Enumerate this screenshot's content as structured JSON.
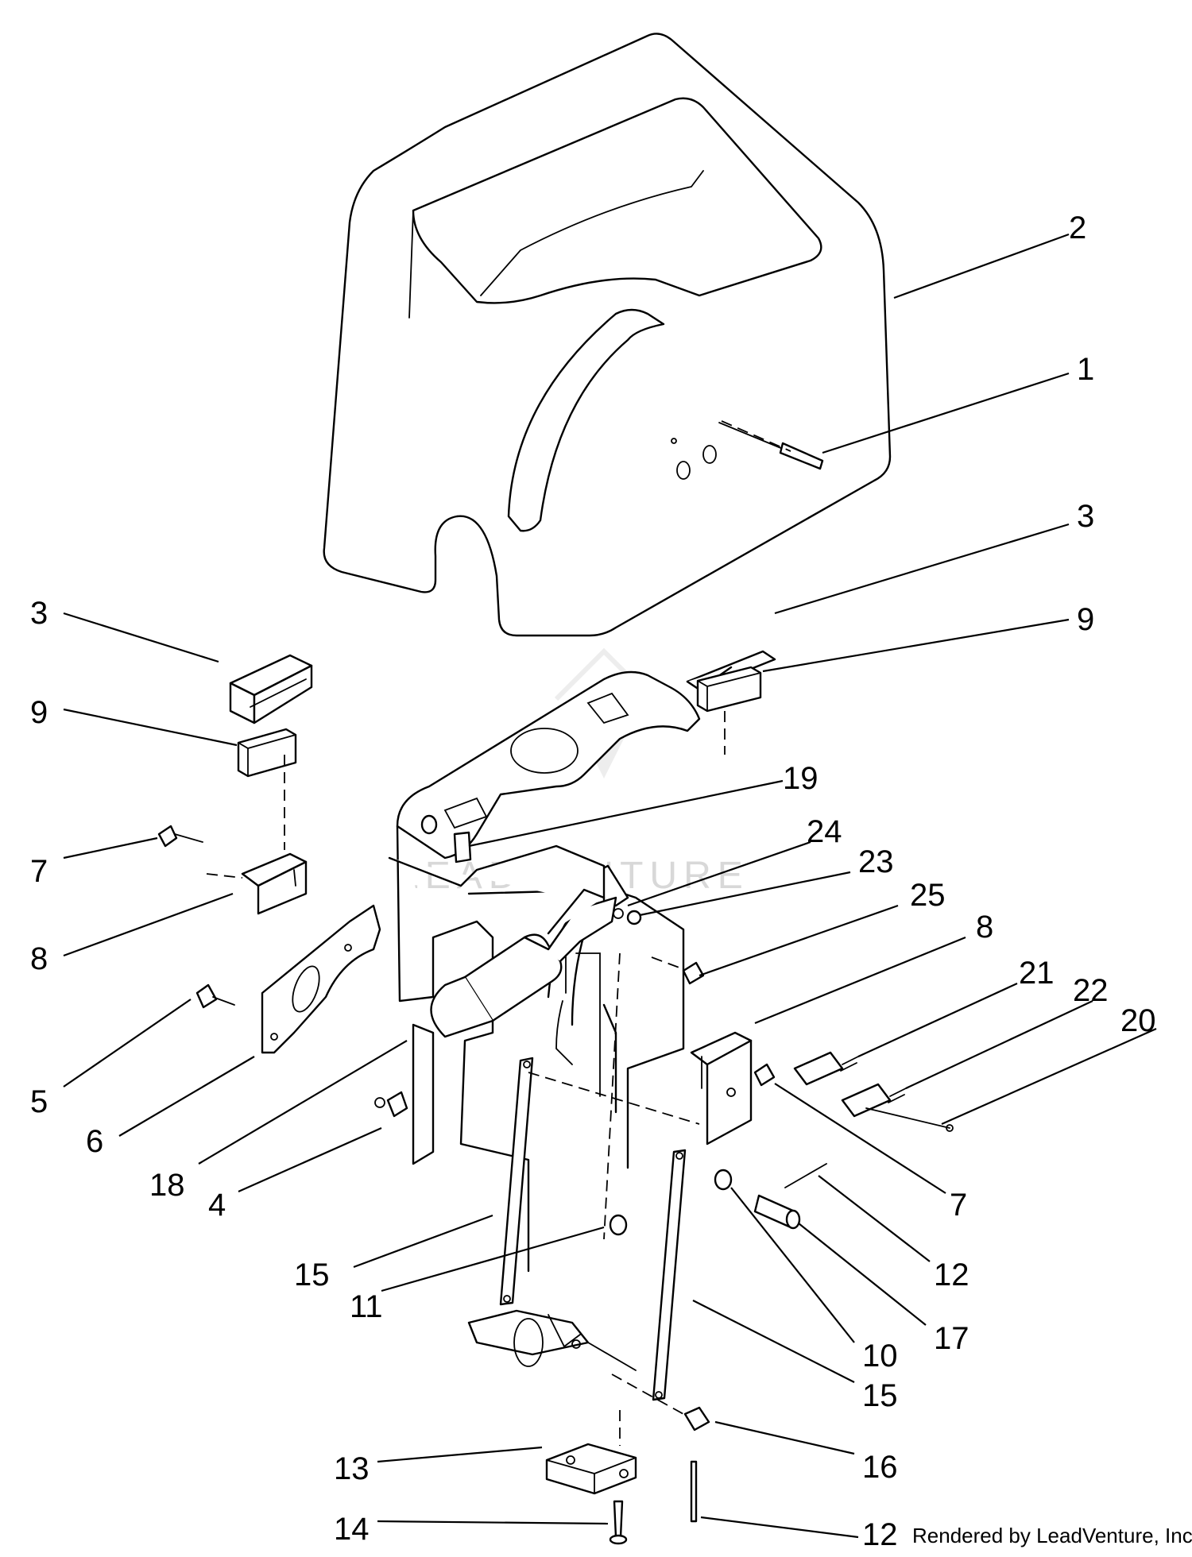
{
  "diagram": {
    "watermark": "LEADVENTURE",
    "credit": "Rendered by LeadVenture, Inc.",
    "callouts": [
      {
        "id": "c2",
        "label": "2"
      },
      {
        "id": "c1",
        "label": "1"
      },
      {
        "id": "c3r",
        "label": "3"
      },
      {
        "id": "c9r",
        "label": "9"
      },
      {
        "id": "c3l",
        "label": "3"
      },
      {
        "id": "c9l",
        "label": "9"
      },
      {
        "id": "c19",
        "label": "19"
      },
      {
        "id": "c24",
        "label": "24"
      },
      {
        "id": "c23",
        "label": "23"
      },
      {
        "id": "c25",
        "label": "25"
      },
      {
        "id": "c8r",
        "label": "8"
      },
      {
        "id": "c21",
        "label": "21"
      },
      {
        "id": "c22",
        "label": "22"
      },
      {
        "id": "c20",
        "label": "20"
      },
      {
        "id": "c7l",
        "label": "7"
      },
      {
        "id": "c8l",
        "label": "8"
      },
      {
        "id": "c5",
        "label": "5"
      },
      {
        "id": "c6",
        "label": "6"
      },
      {
        "id": "c18",
        "label": "18"
      },
      {
        "id": "c4",
        "label": "4"
      },
      {
        "id": "c7r",
        "label": "7"
      },
      {
        "id": "c12a",
        "label": "12"
      },
      {
        "id": "c15a",
        "label": "15"
      },
      {
        "id": "c11",
        "label": "11"
      },
      {
        "id": "c17",
        "label": "17"
      },
      {
        "id": "c10",
        "label": "10"
      },
      {
        "id": "c15b",
        "label": "15"
      },
      {
        "id": "c13",
        "label": "13"
      },
      {
        "id": "c16",
        "label": "16"
      },
      {
        "id": "c14",
        "label": "14"
      },
      {
        "id": "c12b",
        "label": "12"
      }
    ]
  }
}
